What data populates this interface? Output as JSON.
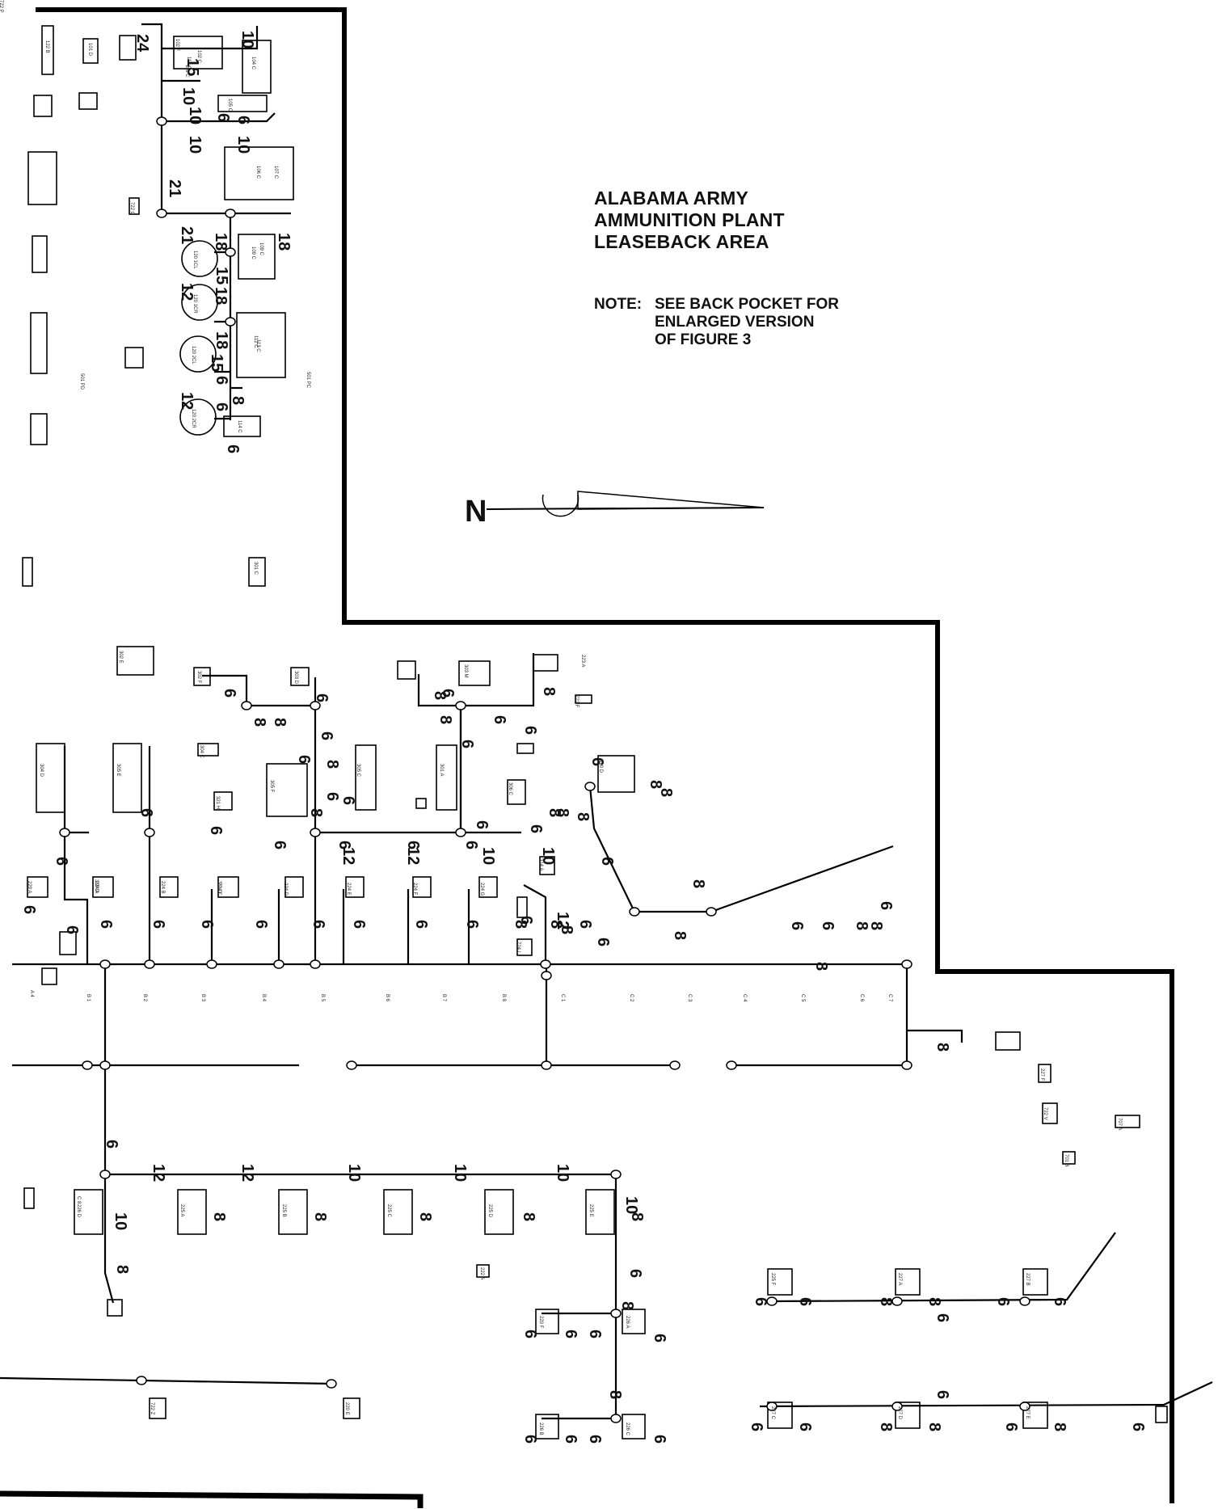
{
  "title": {
    "lines": [
      "ALABAMA ARMY",
      "AMMUNITION PLANT",
      "LEASEBACK AREA"
    ]
  },
  "note": {
    "label": "NOTE:",
    "lines": [
      "SEE BACK POCKET FOR",
      "ENLARGED VERSION",
      "OF FIGURE 3"
    ]
  },
  "north_arrow": {
    "label": "N"
  },
  "pipe_size_labels": [
    "24",
    "10",
    "15",
    "10",
    "10",
    "6",
    "6",
    "10",
    "10",
    "21",
    "21",
    "18",
    "18",
    "18",
    "15",
    "12",
    "12",
    "15",
    "6",
    "8",
    "6",
    "18",
    "6",
    "6",
    "6",
    "8",
    "6",
    "8",
    "8",
    "6",
    "6",
    "6",
    "8",
    "8",
    "6",
    "8",
    "6",
    "6",
    "6",
    "8",
    "8",
    "6",
    "6",
    "8",
    "12",
    "12",
    "10",
    "8",
    "8",
    "8",
    "6",
    "6",
    "6",
    "6",
    "6",
    "6",
    "6",
    "6",
    "6",
    "6",
    "6",
    "6",
    "6",
    "6",
    "6",
    "6",
    "6",
    "6",
    "6",
    "8",
    "8",
    "6",
    "12",
    "10",
    "6",
    "8",
    "8",
    "6",
    "8",
    "6",
    "6",
    "8",
    "8",
    "8",
    "6",
    "8",
    "6",
    "12",
    "12",
    "10",
    "10",
    "10",
    "10",
    "10",
    "8",
    "8",
    "8",
    "8",
    "8",
    "8",
    "6",
    "8",
    "6",
    "6",
    "6",
    "6",
    "8",
    "6",
    "6",
    "6",
    "6",
    "6",
    "6",
    "8",
    "8",
    "6",
    "6",
    "6",
    "6",
    "6",
    "6",
    "8",
    "8",
    "6",
    "8",
    "6"
  ],
  "building_labels": [
    "122 B",
    "101 D",
    "102 F",
    "116 C",
    "102 C",
    "104 C",
    "105 C",
    "106 C",
    "107 C",
    "722 C",
    "109 C",
    "109 C",
    "112 C",
    "113 C",
    "114 C",
    "118 C",
    "120 1CL",
    "120 1CR",
    "120 2CL",
    "120 2CR",
    "501 PD",
    "501 PC",
    "301 C",
    "302 E",
    "302 F",
    "303 D",
    "303 M",
    "223 A",
    "722 F",
    "304 C",
    "304 D",
    "305 E",
    "305 F",
    "305 C",
    "301 A",
    "306 C",
    "310 D",
    "321 H",
    "229 A",
    "319 D",
    "311 D",
    "224 A",
    "224 B",
    "224 C",
    "224 D",
    "224 E",
    "224 F",
    "224 G",
    "724 L",
    "314 A",
    "A 4",
    "B 1",
    "B 2",
    "B 3",
    "B 4",
    "B 5",
    "B 6",
    "B 7",
    "B 8",
    "C 1",
    "C 2",
    "C 3",
    "C 4",
    "C 5",
    "C 6",
    "C 7",
    "C 8",
    "222 A",
    "722 Z",
    "220 E",
    "220 F",
    "226 A",
    "226 B",
    "226 C",
    "226 D",
    "225 A",
    "225 B",
    "225 C",
    "225 D",
    "225 E",
    "225 F",
    "227 A",
    "227 B",
    "227 C",
    "227 D",
    "227 E",
    "227 F",
    "722 V",
    "707 A",
    "701 B",
    "722 P"
  ]
}
